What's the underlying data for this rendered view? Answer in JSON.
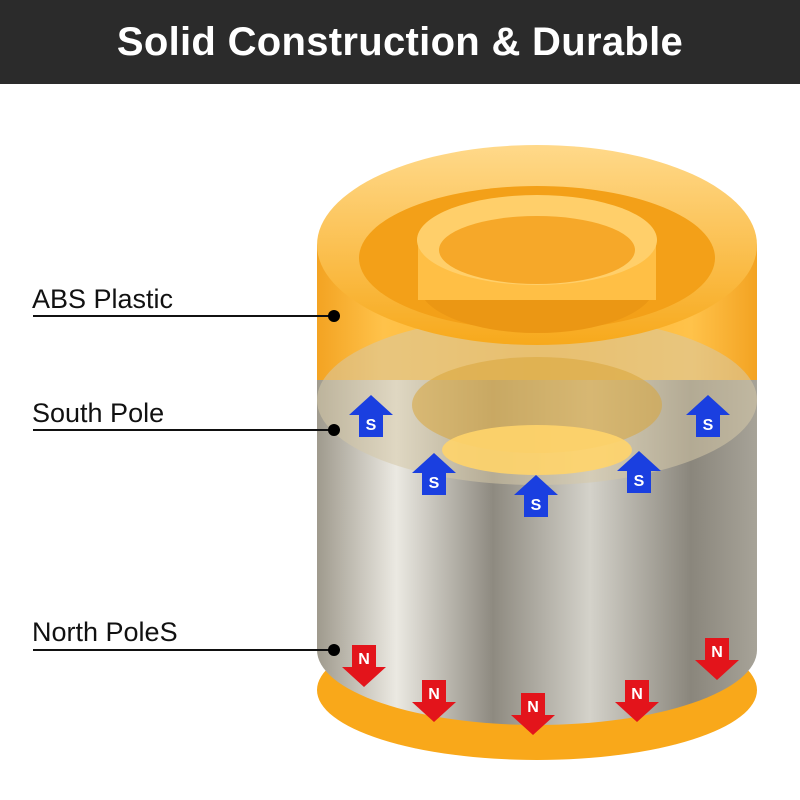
{
  "header": {
    "title": "Solid Construction & Durable"
  },
  "callouts": [
    {
      "label": "ABS Plastic"
    },
    {
      "label": "South Pole"
    },
    {
      "label": "North PoleS"
    }
  ],
  "pole_markers": {
    "south_letter": "S",
    "north_letter": "N",
    "south_color": "#1a3fe0",
    "north_color": "#e3141b"
  },
  "colors": {
    "header_bg": "#2b2b2b",
    "plastic": "#f7a91c",
    "magnet": "#a8a59c"
  }
}
